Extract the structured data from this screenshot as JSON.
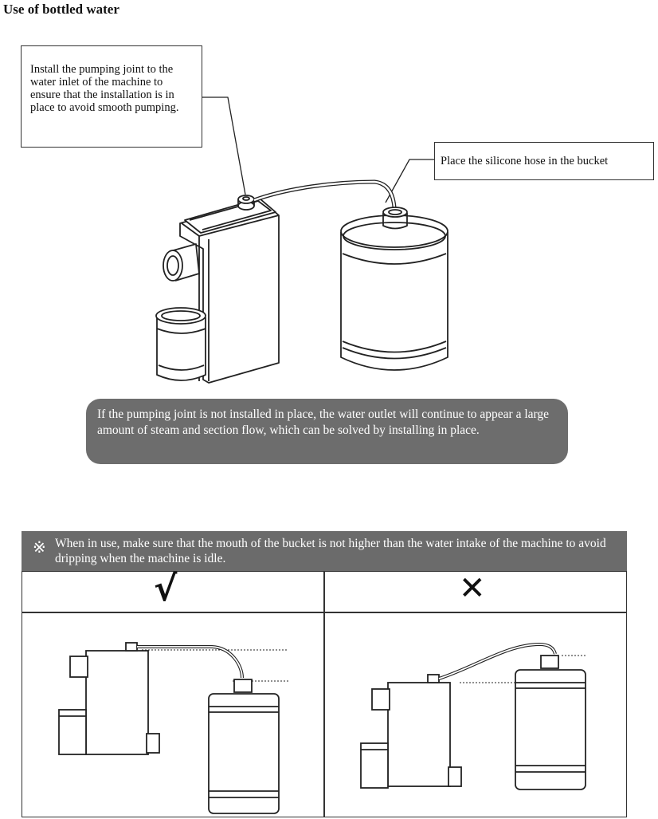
{
  "title": "Use of bottled water",
  "callout_joint": "Install the pumping joint to the water inlet of the machine to ensure that the installation is in place to avoid smooth pumping.",
  "callout_hose": "Place the silicone hose in the bucket",
  "warning": "If the pumping joint is not installed in place, the water outlet will continue to appear a large amount of steam and section flow, which can be solved by installing in place.",
  "note": {
    "symbol": "※",
    "text": "When in use, make sure that the mouth of the bucket is not higher than the water intake of the machine to avoid dripping when the machine is idle."
  },
  "comparison": {
    "correct_mark": "√",
    "wrong_mark": "✕"
  }
}
